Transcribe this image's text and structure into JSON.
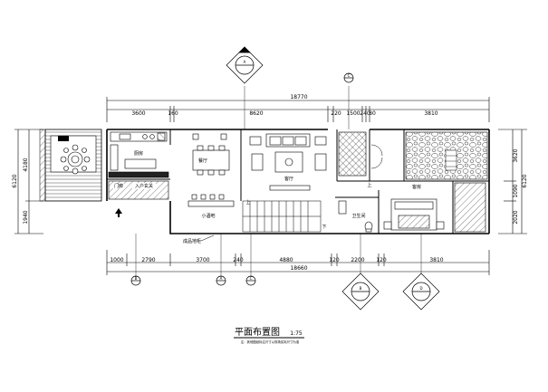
{
  "title": "平面布置图",
  "scale": "1:75",
  "note": "注：其他图纸标注尺寸以现场实际尺寸为准",
  "top_dims": {
    "overall": "18770",
    "segments": [
      "3600",
      "160",
      "8620",
      "220",
      "1500",
      "240",
      "80",
      "3810"
    ]
  },
  "bottom_dims": {
    "overall": "18660",
    "segments": [
      "1000",
      "2790",
      "3700",
      "240",
      "4880",
      "120",
      "2200",
      "120",
      "3810"
    ]
  },
  "left_dims": [
    "6120",
    "4180",
    "1940"
  ],
  "right_dims": [
    "6120",
    "3620",
    "1090",
    "2020"
  ],
  "rooms": {
    "kitchen": "厨房",
    "dining": "餐厅",
    "living": "客厅",
    "bar": "小酒吧",
    "entry": "入户玄关",
    "porch": "门廊",
    "guest": "客房",
    "bath": "卫生间",
    "stair_up": "上",
    "stair_down": "下",
    "stair_up2": "上",
    "floor_note": "成品地柜"
  },
  "markers": {
    "top_left": "A",
    "top_mid": "C",
    "bottom_left": "B",
    "bottom_a": "A",
    "bottom_b": "C",
    "bottom_c": "B",
    "bottom_d": "D"
  }
}
